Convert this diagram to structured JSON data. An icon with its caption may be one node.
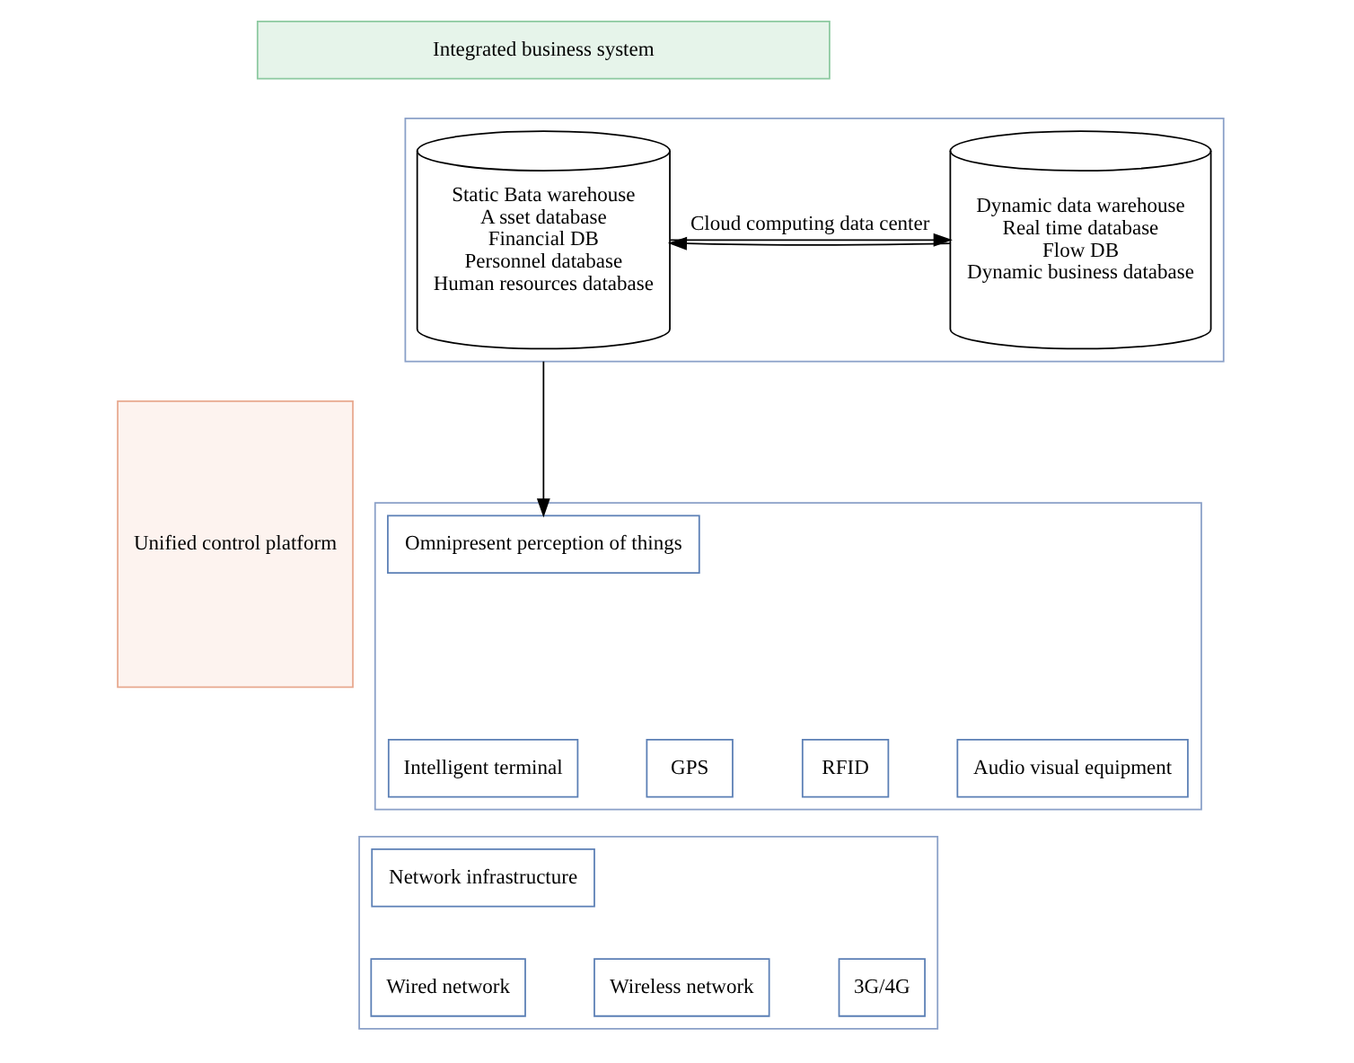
{
  "diagram": {
    "nodes": [
      {
        "text": [
          "Unified control platform"
        ]
      },
      {
        "text": [
          "Integrated business system"
        ]
      },
      {
        "text": [],
        "shape": "box"
      },
      {
        "text": [
          "Static Bata warehouse",
          "A sset database",
          "Financial DB",
          "Personnel database",
          "Human resources database"
        ],
        "in": 2
      },
      {
        "text": [
          "Dynamic data warehouse",
          "Real time database",
          "Flow DB",
          "Dynamic business database"
        ],
        "in": 2
      },
      {
        "text": [],
        "shape": "box"
      },
      {
        "text": [
          "Omnipresent perception of things"
        ],
        "in": 5
      },
      {
        "text": [
          "Intelligent terminal"
        ],
        "in": 5
      },
      {
        "text": [
          "GPS"
        ],
        "in": 5
      },
      {
        "text": [
          "RFID"
        ],
        "in": 5
      },
      {
        "text": [
          "Audio visual equipment"
        ],
        "in": 5
      },
      {
        "text": [],
        "shape": "box"
      },
      {
        "text": [
          "Network infrastructure"
        ],
        "in": 11
      },
      {
        "text": [
          "Wired network"
        ],
        "in": 11
      },
      {
        "text": [
          "Wireless network"
        ],
        "in": 11
      },
      {
        "text": [
          "3G/4G"
        ],
        "in": 11
      }
    ],
    "edges": [
      {
        "from": 3,
        "to": 4,
        "arrow": "to",
        "label": "Cloud computing data center"
      },
      {
        "from": 4,
        "to": 3,
        "arrow": "to"
      },
      {
        "from": 2,
        "to": 6,
        "arrow": "to"
      }
    ]
  }
}
